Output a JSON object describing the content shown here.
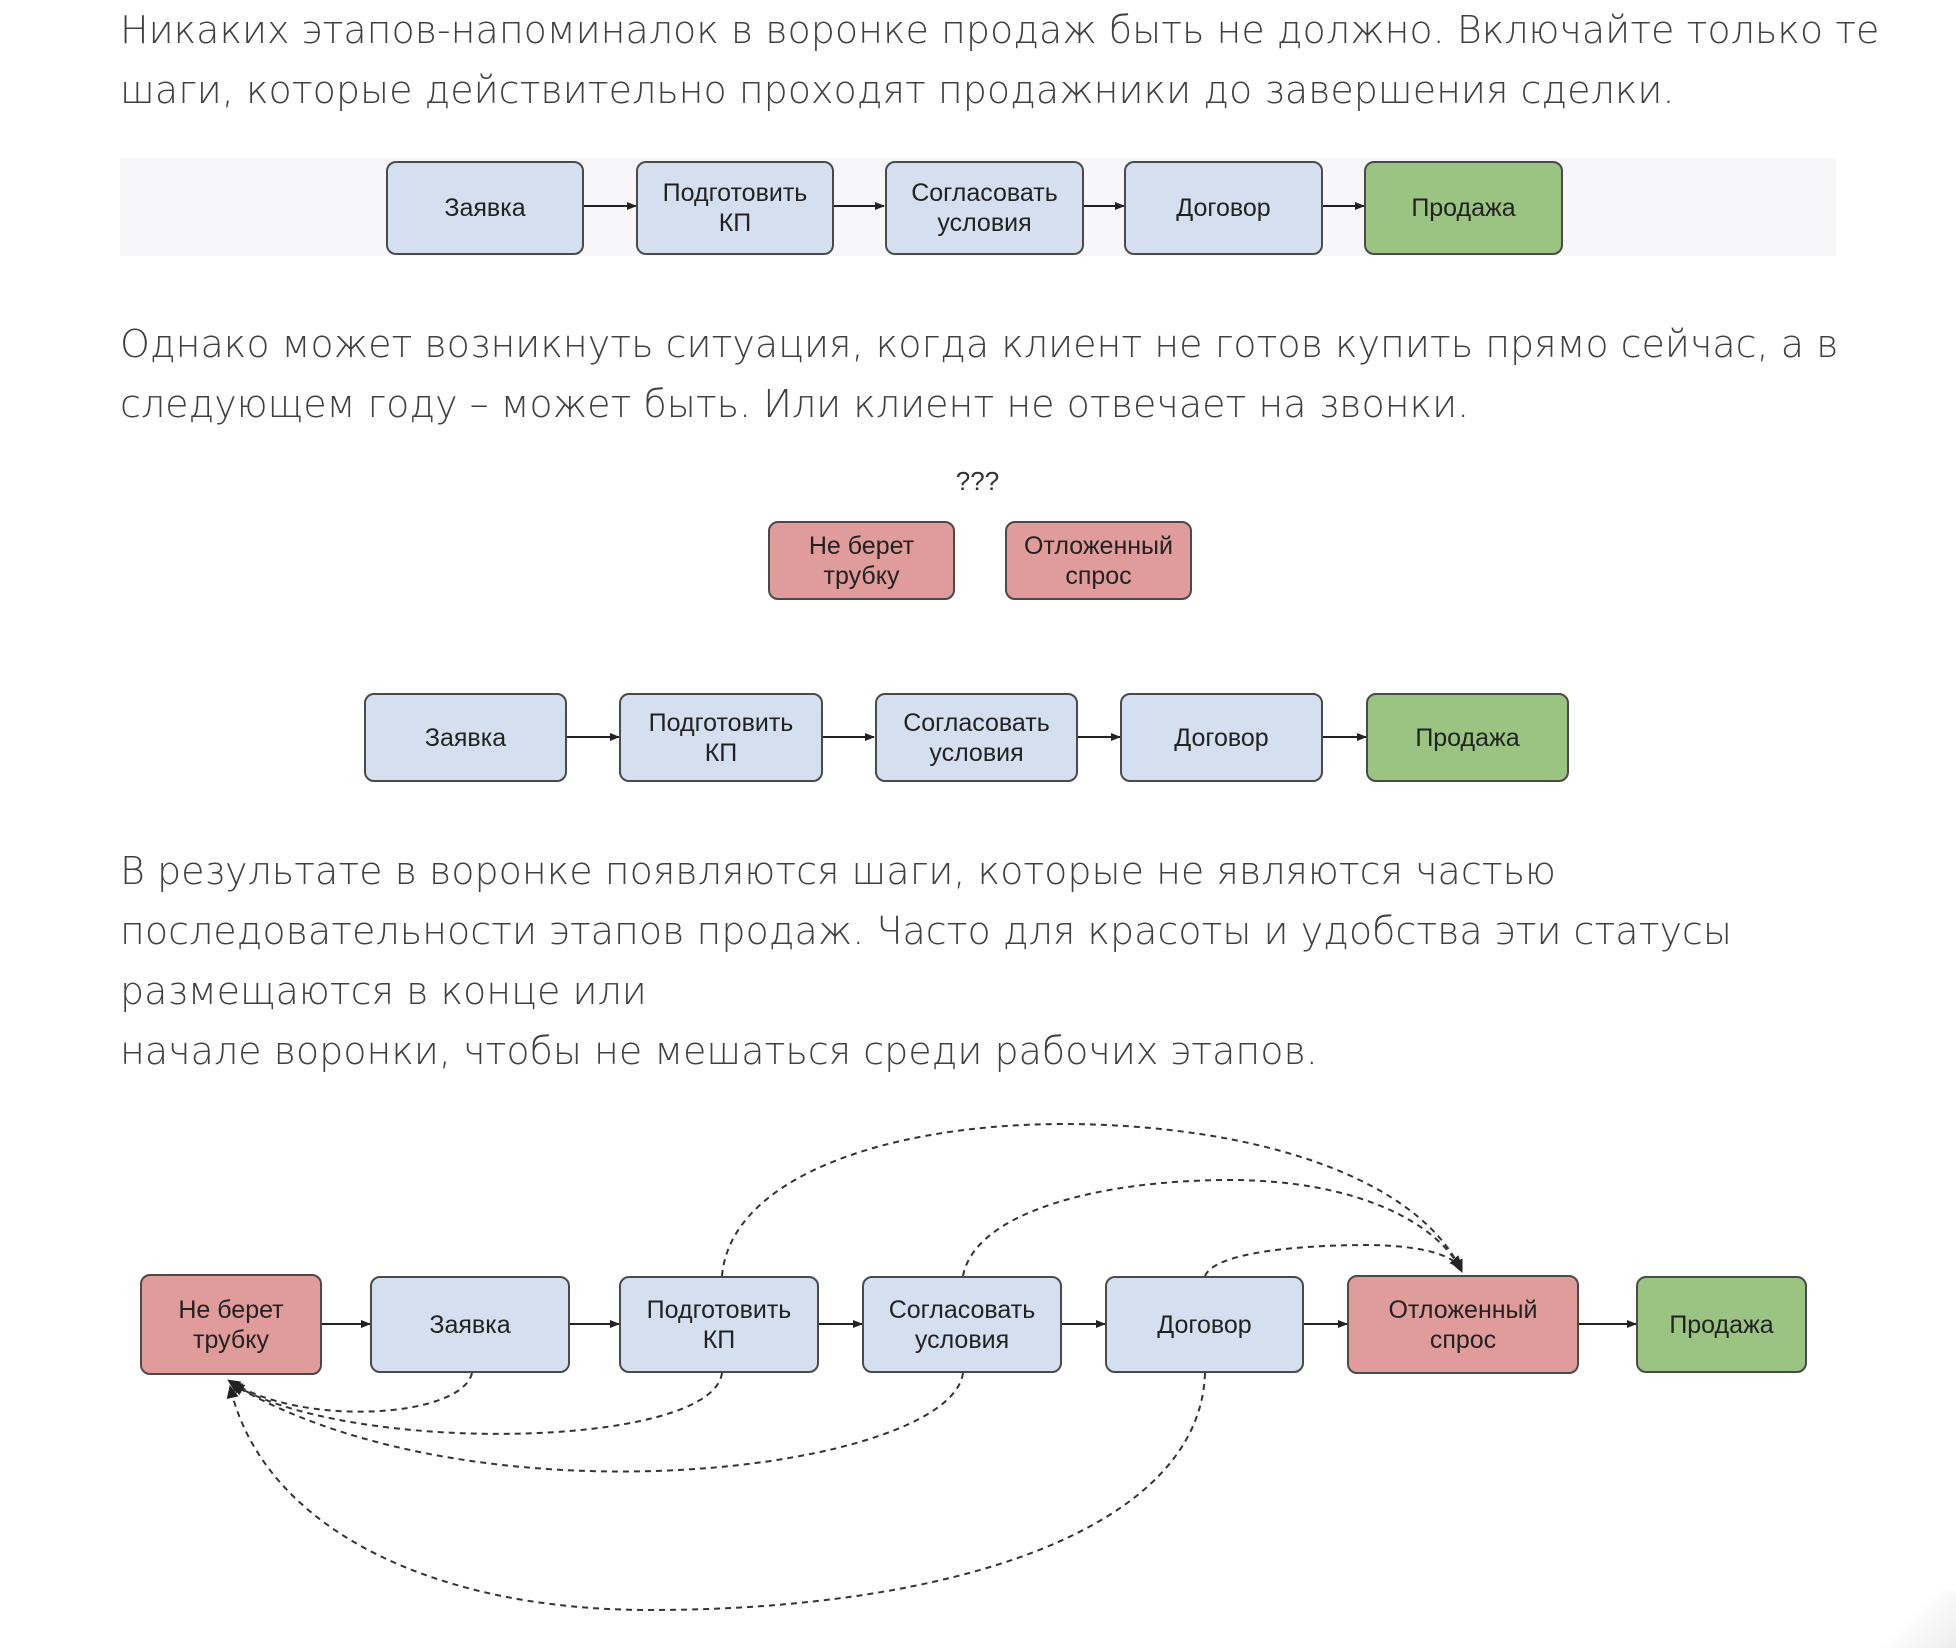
{
  "paragraphs": {
    "p1": [
      "Никаких этапов-напоминалок в воронке продаж быть не должно. Включайте только те",
      "шаги, которые действительно проходят продажники до завершения сделки."
    ],
    "p2": [
      "Однако может возникнуть ситуация, когда клиент не готов купить прямо сейчас, а в",
      "следующем году – может быть. Или клиент не отвечает на звонки."
    ],
    "p3": [
      "В результате в воронке появляются шаги, которые не являются частью",
      "последовательности этапов продаж. Часто для красоты и удобства эти статусы",
      "размещаются в конце или",
      "начале воронки, чтобы не мешаться среди рабочих этапов."
    ]
  },
  "diagram1": {
    "boxes": [
      "Заявка",
      "Подготовить\nКП",
      "Согласовать\nусловия",
      "Договор",
      "Продажа"
    ]
  },
  "diagram2": {
    "question": "???",
    "floating": [
      "Не берет\nтрубку",
      "Отложенный\nспрос"
    ],
    "boxes": [
      "Заявка",
      "Подготовить\nКП",
      "Согласовать\nусловия",
      "Договор",
      "Продажа"
    ]
  },
  "diagram3": {
    "boxes": [
      "Не берет\nтрубку",
      "Заявка",
      "Подготовить\nКП",
      "Согласовать\nусловия",
      "Договор",
      "Отложенный\nспрос",
      "Продажа"
    ]
  },
  "colors": {
    "stage": "#d4e0ef",
    "sale": "#9bc382",
    "status": "#e09c9b",
    "outline": "#4a4a4a"
  }
}
